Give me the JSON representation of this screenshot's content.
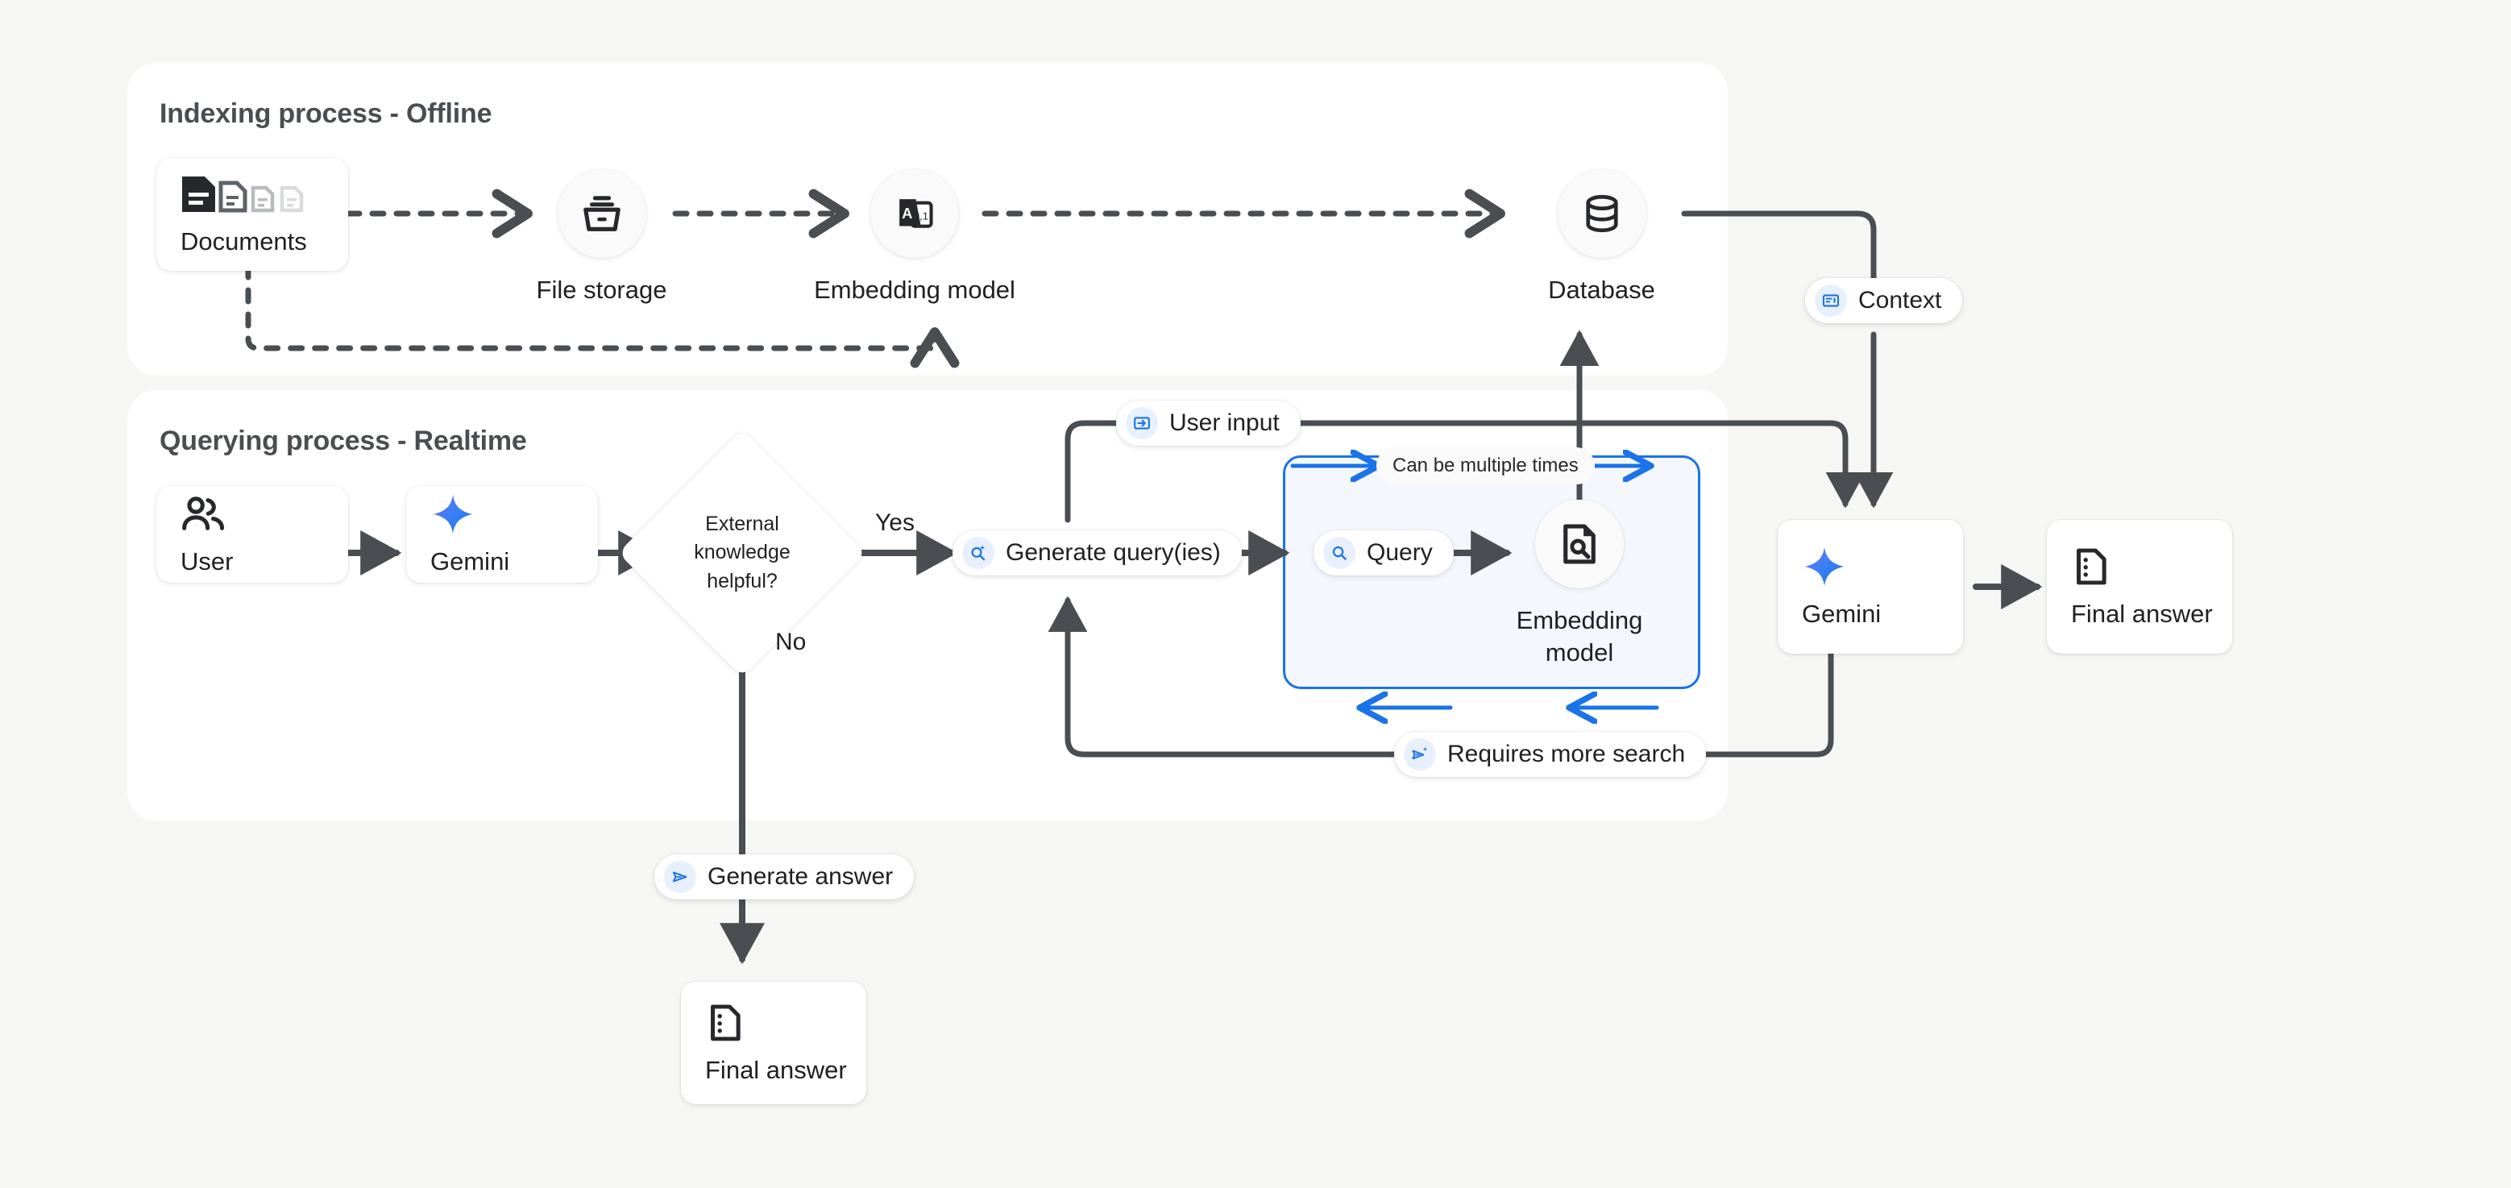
{
  "background_color": "#f6f6f4",
  "accent_color": "#1a73e8",
  "line_color": "#4a4e52",
  "panels": {
    "indexing": {
      "title": "Indexing process - Offline"
    },
    "querying": {
      "title": "Querying process - Realtime"
    }
  },
  "indexing": {
    "documents": {
      "label": "Documents",
      "icon": "documents-icon"
    },
    "file_storage": {
      "label": "File storage",
      "icon": "file-storage-icon"
    },
    "embedding_model": {
      "label": "Embedding model",
      "icon": "embedding-model-icon"
    },
    "database": {
      "label": "Database",
      "icon": "database-icon"
    }
  },
  "querying": {
    "user": {
      "label": "User",
      "icon": "user-icon"
    },
    "gemini_first": {
      "label": "Gemini",
      "icon": "gemini-sparkle-icon"
    },
    "decision": {
      "label": "External knowledge helpful?",
      "line1": "External",
      "line2": "knowledge",
      "line3": "helpful?"
    },
    "branch_yes": "Yes",
    "branch_no": "No",
    "generate_queries": {
      "label": "Generate query(ies)",
      "icon": "search-sparkle-icon"
    },
    "loop": {
      "note": "Can be multiple times",
      "query": {
        "label": "Query",
        "icon": "search-icon"
      },
      "embedding_model": {
        "label": "Embedding model",
        "line1": "Embedding",
        "line2": "model",
        "icon": "document-search-icon"
      }
    },
    "gemini_second": {
      "label": "Gemini",
      "icon": "gemini-sparkle-icon"
    },
    "final_answer_right": {
      "label": "Final answer",
      "icon": "final-answer-icon"
    },
    "final_answer_bottom": {
      "label": "Final answer",
      "icon": "final-answer-icon"
    },
    "generate_answer": {
      "label": "Generate answer",
      "icon": "send-icon"
    },
    "requires_more_search": {
      "label": "Requires more search",
      "icon": "send-sparkle-icon"
    },
    "user_input": {
      "label": "User input",
      "icon": "input-icon"
    },
    "context": {
      "label": "Context",
      "icon": "context-icon"
    }
  }
}
